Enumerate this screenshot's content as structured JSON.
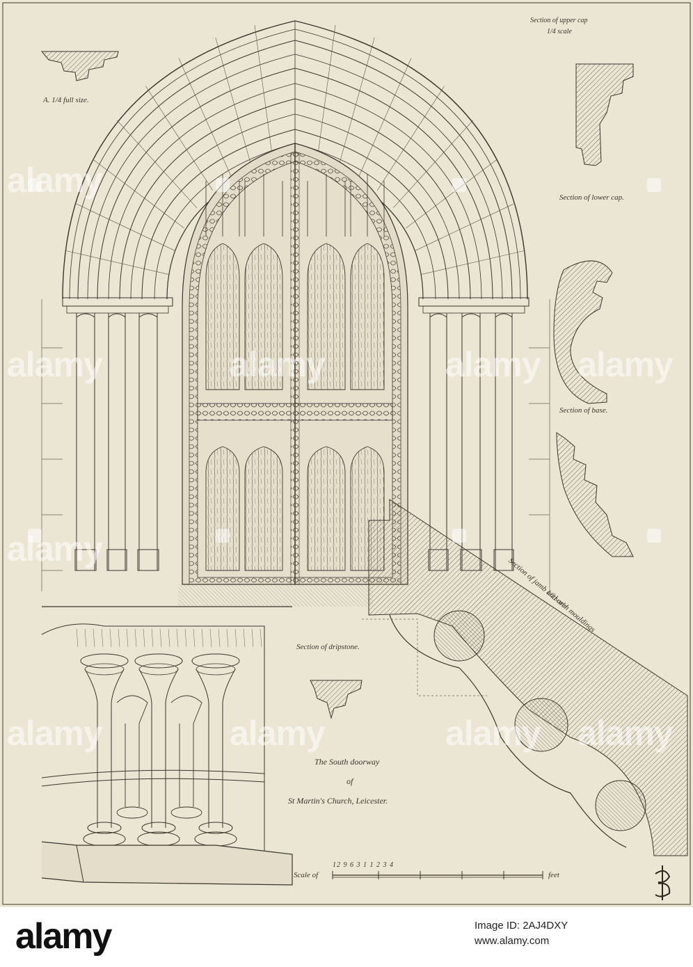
{
  "plate": {
    "label_a": "A. 1/4 full size.",
    "upper_cap_title": "Section of upper cap",
    "upper_cap_scale": "1/4 scale",
    "lower_cap": "Section of lower cap.",
    "base": "Section of base.",
    "jamb_line1": "Section of jamb and arch mouldings",
    "jamb_line2": "1/2 scale",
    "dripstone": "Section of dripstone.",
    "caption_line1": "The South doorway",
    "caption_line2": "of",
    "caption_line3": "St Martin's Church, Leicester.",
    "scale_prefix": "Scale of",
    "scale_ticks": "12 9 6 3 1   1   2   3   4",
    "scale_suffix": "feet",
    "monogram": "J.B."
  },
  "watermark": {
    "logo": "alamy"
  },
  "footer": {
    "logo": "alamy",
    "image_id": "Image ID: 2AJ4DXY",
    "url": "www.alamy.com"
  },
  "colors": {
    "paper": "#ebe5d3",
    "ink": "#3a352c",
    "hatch": "#6f6858",
    "footer_bg": "#ffffff"
  }
}
